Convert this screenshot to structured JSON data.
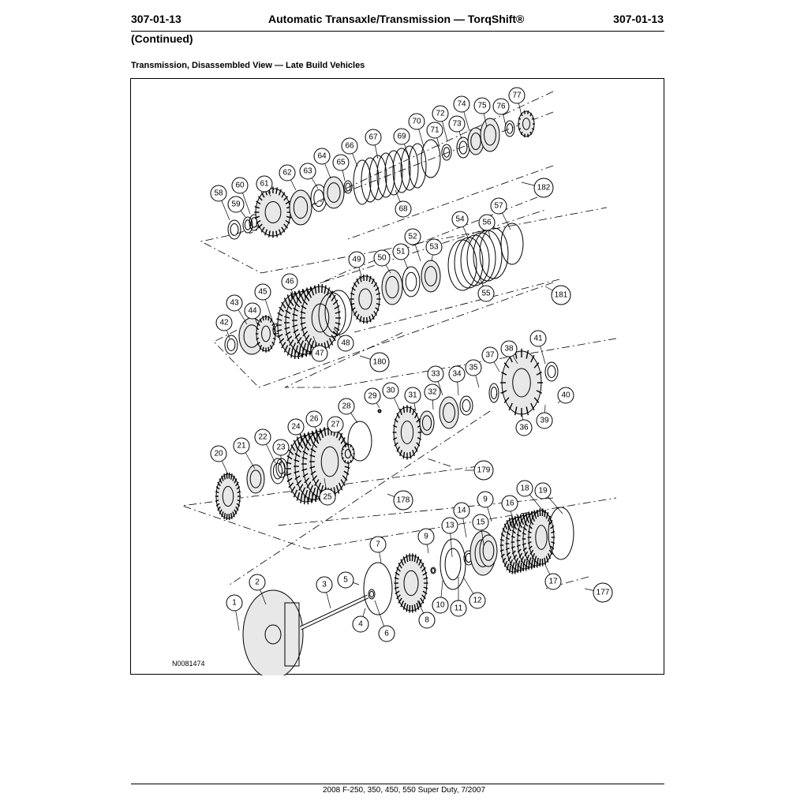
{
  "header": {
    "section_left": "307-01-13",
    "title": "Automatic Transaxle/Transmission — TorqShift®",
    "section_right": "307-01-13"
  },
  "continued": "(Continued)",
  "figure": {
    "title": "Transmission, Disassembled View — Late Build Vehicles",
    "code": "N0081474"
  },
  "footer": "2008 F-250, 350, 450, 550 Super Duty, 7/2007",
  "callouts": [
    "1",
    "2",
    "3",
    "4",
    "5",
    "6",
    "7",
    "8",
    "9",
    "9",
    "10",
    "11",
    "12",
    "13",
    "14",
    "15",
    "16",
    "17",
    "18",
    "19",
    "20",
    "21",
    "22",
    "23",
    "24",
    "25",
    "26",
    "27",
    "28",
    "29",
    "30",
    "31",
    "32",
    "33",
    "34",
    "35",
    "36",
    "37",
    "38",
    "39",
    "40",
    "41",
    "42",
    "43",
    "44",
    "45",
    "46",
    "47",
    "48",
    "49",
    "50",
    "51",
    "52",
    "53",
    "54",
    "55",
    "56",
    "57",
    "58",
    "59",
    "60",
    "61",
    "62",
    "63",
    "64",
    "65",
    "66",
    "67",
    "68",
    "69",
    "70",
    "71",
    "72",
    "73",
    "74",
    "75",
    "76",
    "77",
    "177",
    "178",
    "179",
    "180",
    "181",
    "182"
  ]
}
